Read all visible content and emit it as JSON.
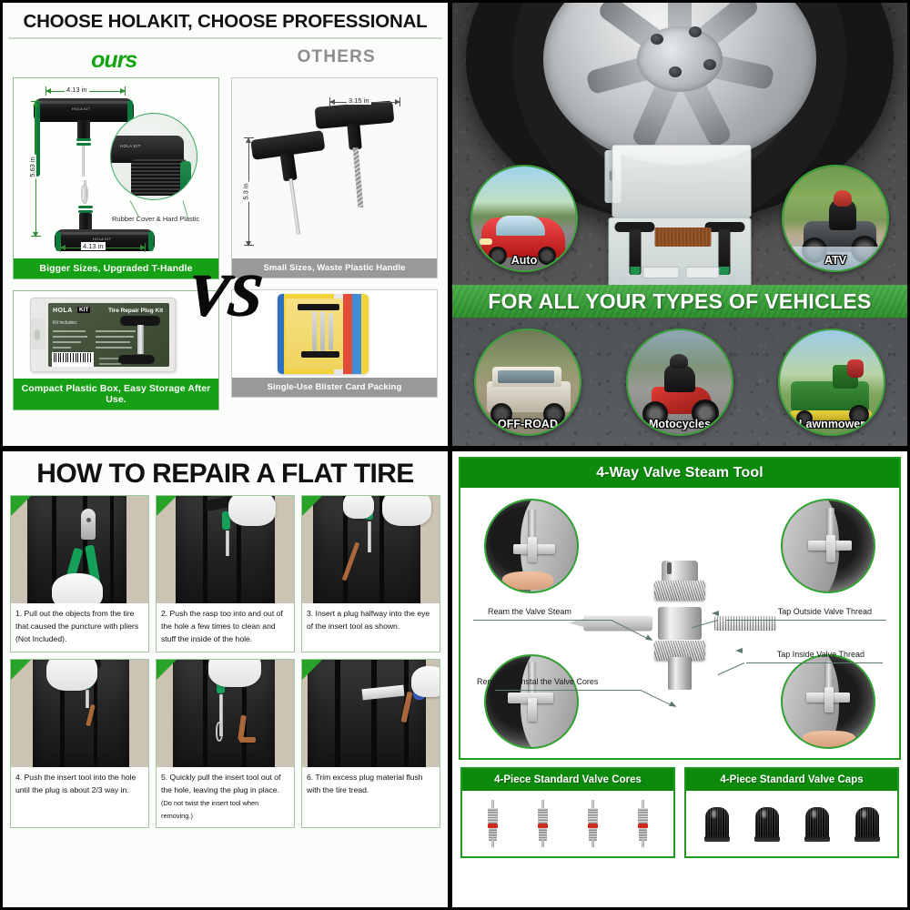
{
  "compare": {
    "title": "CHOOSE HOLAKIT, CHOOSE PROFESSIONAL",
    "ours_heading": "ours",
    "others_heading": "OTHERS",
    "vs_text": "VS",
    "ours": {
      "dim_width_top": "4.13 in",
      "dim_height": "5.63 in",
      "dim_width_bottom": "4.13 in",
      "magnify_label": "Rubber Cover & Hard Plastic",
      "caption": "Bigger Sizes, Upgraded T-Handle",
      "box_caption": "Compact Plastic Box, Easy Storage After Use.",
      "box_brand": "HOLA",
      "box_brand_kit": "KIT",
      "box_title": "Tire Repair Plug Kit",
      "box_includes_heading": "Kit Includes:",
      "box_includes_left": [
        "1pc T-handle Rasp Tool",
        "1pc T-handle Insert Tool",
        "15pcs Repair Plugs",
        "1pc Knife"
      ],
      "box_includes_right": [
        "1pc 4-way Valve Steam Tool",
        "4pcs Standard Valve Cores",
        "4pcs Metal Valve Caps",
        "1pc Instruction Manual"
      ],
      "box_model": "Model No.: HK001",
      "box_made": "Made in China"
    },
    "others": {
      "dim_width": "3.15 in",
      "dim_height": "5.3 in",
      "caption": "Small Sizes,  Waste Plastic Handle",
      "packing_caption": "Single-Use Blister Card Packing"
    }
  },
  "vehicles": {
    "banner": "FOR ALL YOUR TYPES OF VEHICLES",
    "top_bubbles": [
      {
        "label": "Auto"
      },
      {
        "label": "ATV"
      }
    ],
    "bottom_bubbles": [
      {
        "label": "OFF-ROAD"
      },
      {
        "label": "Motocycles"
      },
      {
        "label": "Lawnmower"
      }
    ]
  },
  "howto": {
    "title": "HOW TO REPAIR A FLAT TIRE",
    "steps": [
      {
        "num": "1",
        "text": "1. Pull out the objects from the tire that caused the puncture with pliers (Not Included).",
        "note": ""
      },
      {
        "num": "2",
        "text": "2. Push the rasp too into and out of the hole a few times to clean and stuff the inside of the hole.",
        "note": ""
      },
      {
        "num": "3",
        "text": "3. Insert a plug halfway into the eye of the insert tool as shown.",
        "note": ""
      },
      {
        "num": "4",
        "text": "4. Push the insert tool into the hole until the plug is about 2/3 way in.",
        "note": ""
      },
      {
        "num": "5",
        "text": "5. Quickly pull the insert tool out of the hole, leaving the plug in place.",
        "note": "(Do not twist the insert tool when removing.)"
      },
      {
        "num": "6",
        "text": "6. Trim excess plug material flush with the tire tread.",
        "note": ""
      }
    ]
  },
  "valve": {
    "title": "4-Way Valve Steam Tool",
    "annotations": [
      {
        "label": "Ream the Valve Steam"
      },
      {
        "label": "Tap Outside Valve Thread"
      },
      {
        "label": "Remove or instal the Valve Cores"
      },
      {
        "label": "Tap Inside Valve Thread"
      }
    ],
    "cores_title": "4-Piece Standard Valve Cores",
    "caps_title": "4-Piece Standard Valve Caps",
    "core_count": 4,
    "cap_count": 4
  },
  "colors": {
    "brand_green": "#16a016",
    "header_green": "#0c8a0c",
    "banner_green": "#2f9a2f",
    "grey_caption": "#999999",
    "ours_text_green": "#13a313",
    "others_text_grey": "#8d8d8d"
  }
}
